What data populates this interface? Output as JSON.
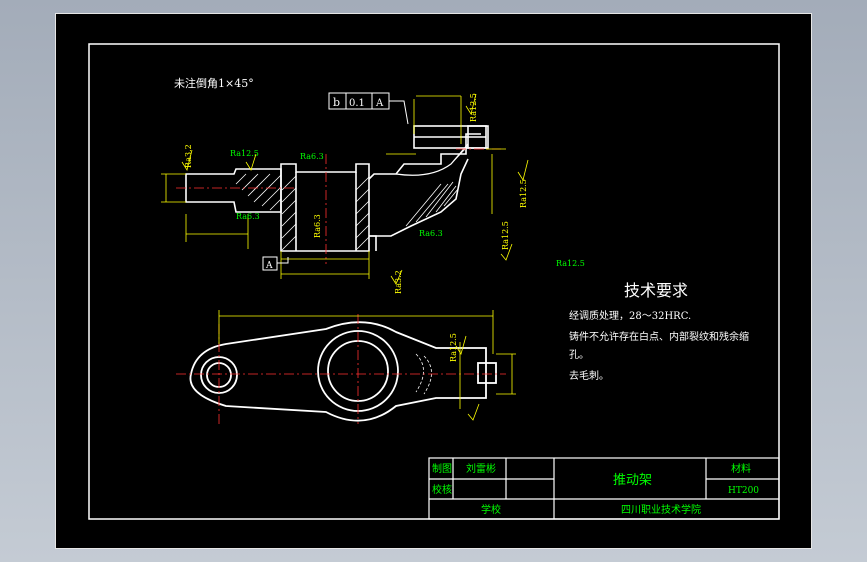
{
  "drawing": {
    "chamfer_note": "未注倒角1×45°",
    "tolerance_frame": {
      "symbol": "b",
      "value": "0.1",
      "datum": "A"
    },
    "roughness": {
      "r1": "Ra12.5",
      "r2": "Ra6.3",
      "r3": "Ra6.3",
      "r4": "Ra6.3",
      "r5": "Ra12.5",
      "r6": "Ra12.5",
      "r7": "Ra12.5",
      "r8": "Ra3.2",
      "r9": "Ra3.2",
      "r10": "Ra6.3",
      "r11": "Ra12.5",
      "r12": "Ra12.5"
    },
    "datum_label": "A",
    "tech_requirements": {
      "title": "技术要求",
      "line1": "经调质处理，28～32HRC.",
      "line2": "铸件不允许存在白点、内部裂纹和残余缩",
      "line3": "孔。",
      "line4": "去毛刺。"
    }
  },
  "title_block": {
    "drafter_label": "制图",
    "drafter_name": "刘雷彬",
    "checker_label": "校核",
    "part_name": "推动架",
    "material_label": "材料",
    "material_value": "HT200",
    "school_label": "学校",
    "school_name": "四川职业技术学院"
  },
  "colors": {
    "outline": "#ffffff",
    "dimension": "#ffff00",
    "center": "#ff3030",
    "annotation": "#00ff00",
    "frame": "#ffffff"
  }
}
